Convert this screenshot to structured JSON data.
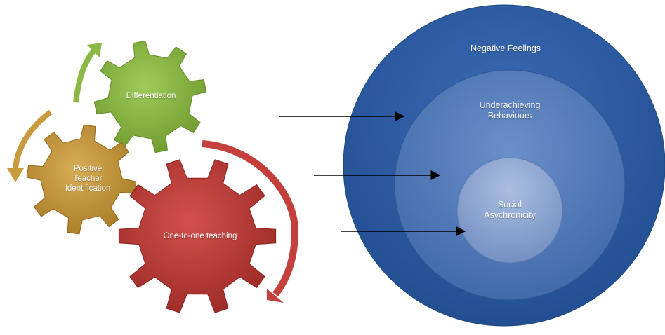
{
  "gears": [
    {
      "id": "differentiation",
      "label": "Differentiation",
      "color": "#8cb845"
    },
    {
      "id": "positive-teacher-identification",
      "label": "Positive\nTeacher\nIdentification",
      "color": "#c99b3f"
    },
    {
      "id": "one-to-one-teaching",
      "label": "One-to-one teaching",
      "color": "#c4403d"
    }
  ],
  "circles": [
    {
      "id": "negative-feelings",
      "label": "Negative Feelings",
      "color": "#2e5da4"
    },
    {
      "id": "underachieving-behaviours",
      "label": "Underachieving\nBehaviours",
      "color": "#4f77b5"
    },
    {
      "id": "social-asychronicity",
      "label": "Social\nAsychronicity",
      "color": "#8aa3cf"
    }
  ],
  "arrow_colors": {
    "cycle_green": "#8cb845",
    "cycle_gold": "#c99b3f",
    "cycle_red": "#c4403d",
    "pointer": "#000000"
  }
}
